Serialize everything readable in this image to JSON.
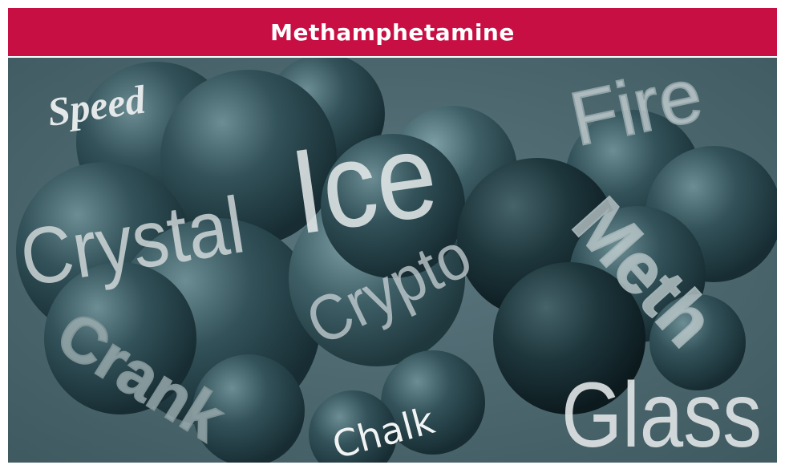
{
  "header": {
    "title": "Methamphetamine"
  },
  "words": {
    "speed": "Speed",
    "ice": "Ice",
    "fire": "Fire",
    "crystal": "Crystal",
    "crypto": "Crypto",
    "meth": "Meth",
    "crank": "Crank",
    "chalk": "Chalk",
    "glass": "Glass"
  },
  "colors": {
    "header_bg": "#c80f44",
    "background": "#4f6b73",
    "molecule": "#2f4e56",
    "molecule_dark": "#162b30",
    "word_light": "#d6dcdd"
  }
}
